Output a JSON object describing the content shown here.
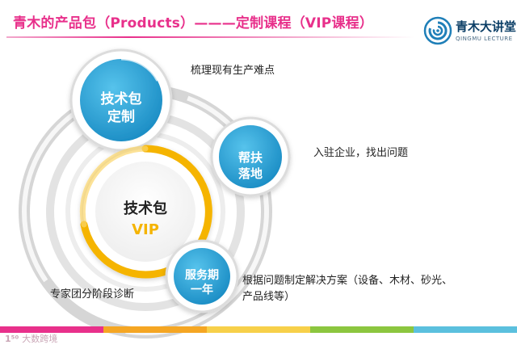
{
  "header": {
    "title": "青木的产品包（Products）———定制课程（VIP课程）"
  },
  "brand": {
    "name": "青木大讲堂",
    "subtitle": "QINGMU LECTURE",
    "icon": "spiral-logo-icon"
  },
  "bubbles": {
    "custom": {
      "line1": "技术包",
      "line2": "定制"
    },
    "help": {
      "line1": "帮扶",
      "line2": "落地"
    },
    "core": {
      "line1": "技术包",
      "line2": "VIP"
    },
    "service": {
      "line1": "服务期",
      "line2": "一年"
    }
  },
  "descriptions": {
    "custom": "梳理现有生产难点",
    "help": "入驻企业，找出问题",
    "service_line1": "根据问题制定解决方案（设备、木材、砂光、",
    "service_line2": "产品线等）",
    "expert": "专家团分阶段诊断"
  },
  "footer": {
    "logo_number": "1⁵⁰",
    "logo_text": "大数跨境"
  },
  "colors": {
    "title": "#e8308b",
    "bubble_blue": "#2ea3d6",
    "ring_yellow": "#f5b400",
    "core_accent": "#f5b400",
    "footer_band": [
      "#e8308b",
      "#f5a623",
      "#f7d04a",
      "#8cc63f",
      "#5bc0de"
    ]
  }
}
